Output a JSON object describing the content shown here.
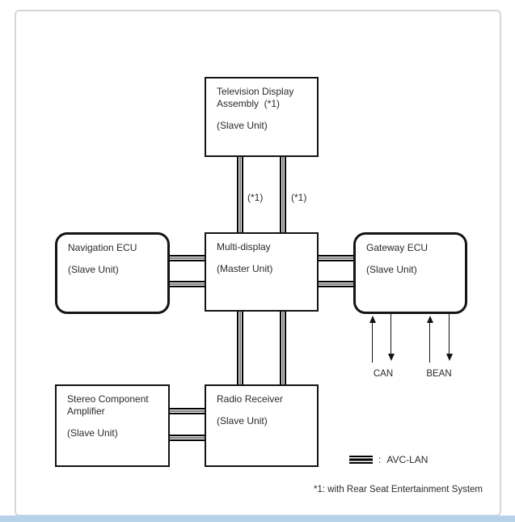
{
  "nodes": {
    "tv": {
      "title_line1": "Television Display",
      "title_line2": "Assembly  (*1)",
      "role": "(Slave Unit)"
    },
    "nav": {
      "title_line1": "Navigation ECU",
      "role": "(Slave Unit)"
    },
    "multi": {
      "title_line1": "Multi-display",
      "role": "(Master Unit)"
    },
    "gateway": {
      "title_line1": "Gateway ECU",
      "role": "(Slave Unit)"
    },
    "stereo": {
      "title_line1": "Stereo Component",
      "title_line2": "Amplifier",
      "role": "(Slave Unit)"
    },
    "radio": {
      "title_line1": "Radio Receiver",
      "role": "(Slave Unit)"
    }
  },
  "connection_labels": {
    "tv_multi_left": "(*1)",
    "tv_multi_right": "(*1)"
  },
  "bus_labels": {
    "can": "CAN",
    "bean": "BEAN"
  },
  "legend": {
    "separator": ":",
    "label": "AVC-LAN"
  },
  "footnote": "*1: with Rear Seat Entertainment System",
  "colors": {
    "line": "#000000",
    "text": "#2a2a2a",
    "frame": "#d6d6d6",
    "accent_bar": "#b5d2ea"
  }
}
